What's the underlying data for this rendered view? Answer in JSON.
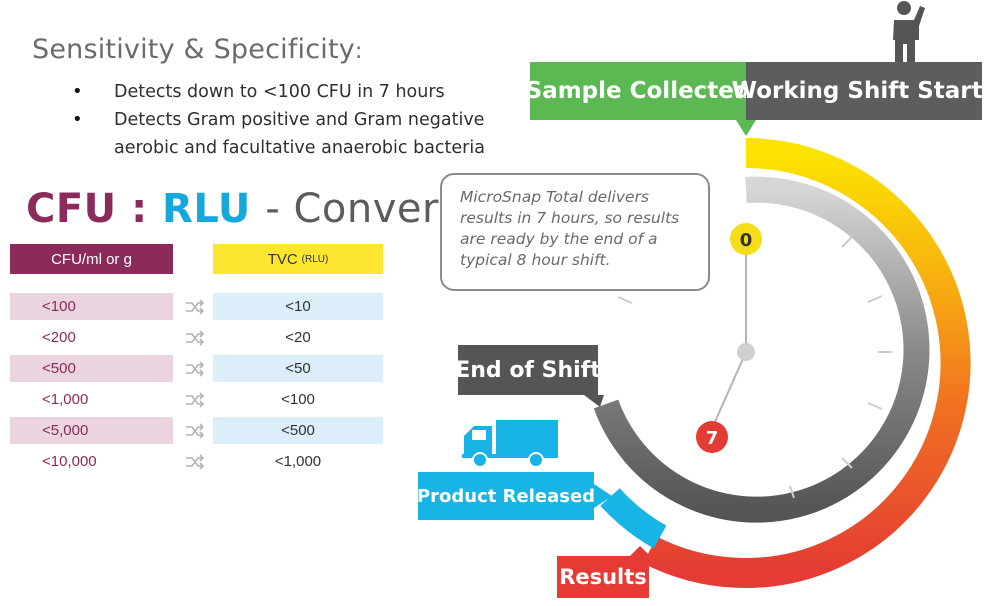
{
  "heading": {
    "text": "Sensitivity & Specificity",
    "colon": ":"
  },
  "bullets": [
    "Detects down to <100 CFU in 7 hours",
    "Detects Gram positive and Gram negative aerobic and facultative anaerobic bacteria"
  ],
  "conversion": {
    "title_cfu": "CFU",
    "title_sep": ":",
    "title_rlu": "RLU",
    "title_rest": "- Conversion",
    "col_left": "CFU/ml or g",
    "col_right": "TVC",
    "col_right_unit": "(RLU)",
    "rows": [
      {
        "cfu": "<100",
        "rlu": "<10"
      },
      {
        "cfu": "<200",
        "rlu": "<20"
      },
      {
        "cfu": "<500",
        "rlu": "<50"
      },
      {
        "cfu": "<1,000",
        "rlu": "<100"
      },
      {
        "cfu": "<5,000",
        "rlu": "<500"
      },
      {
        "cfu": "<10,000",
        "rlu": "<1,000"
      }
    ]
  },
  "callout": "MicroSnap Total delivers results in 7 hours, so results are ready by the end of a typical 8 hour shift.",
  "timeline": {
    "sample_collected": "Sample Collected",
    "working_shift_starts": "Working Shift Starts",
    "end_of_shift": "End of Shift",
    "product_released": "Product Released",
    "results": "Results",
    "start_hour": "0",
    "result_hour": "7"
  },
  "colors": {
    "cfu": "#8a2b5c",
    "rlu": "#16a8dc",
    "green": "#5cb852",
    "dark_grey": "#5d5d5d",
    "blue": "#19b4e6",
    "red": "#e63a35",
    "yellow": "#fde632"
  },
  "icons": {
    "person": "person-raising-hand-icon",
    "truck": "delivery-truck-icon",
    "arrows": "swap-arrows-icon"
  }
}
